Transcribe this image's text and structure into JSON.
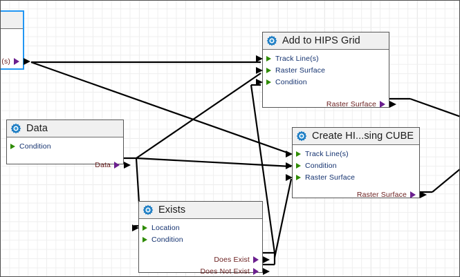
{
  "canvas": {
    "background_color": "#ffffff",
    "grid_minor_color": "#efefef",
    "grid_major_color": "#e2e2e2",
    "border_color": "#4d4d4d"
  },
  "palette": {
    "input_port_text": "#12306e",
    "output_port_text": "#6b2020",
    "input_arrow": "#2e8b00",
    "output_arrow": "#6b1f8f",
    "wire": "#000000",
    "title_bar": "#f0f0f0",
    "node_border": "#555555",
    "selection_border": "#2196f3",
    "gear_icon": "#1f7ec4"
  },
  "icons": {
    "gear": "gear-icon"
  },
  "nodes": [
    {
      "id": "clipped-source",
      "title": "",
      "selected": true,
      "inputs": [],
      "outputs": [
        {
          "label": "(s)"
        }
      ]
    },
    {
      "id": "add-to-hips-grid",
      "title": "Add to HIPS Grid",
      "selected": false,
      "inputs": [
        {
          "label": "Track Line(s)"
        },
        {
          "label": "Raster Surface"
        },
        {
          "label": "Condition"
        }
      ],
      "outputs": [
        {
          "label": "Raster Surface"
        }
      ]
    },
    {
      "id": "data",
      "title": "Data",
      "selected": false,
      "inputs": [
        {
          "label": "Condition"
        }
      ],
      "outputs": [
        {
          "label": "Data"
        }
      ]
    },
    {
      "id": "create-hips-cube",
      "title": "Create HI...sing CUBE",
      "selected": false,
      "inputs": [
        {
          "label": "Track Line(s)"
        },
        {
          "label": "Condition"
        },
        {
          "label": "Raster Surface"
        }
      ],
      "outputs": [
        {
          "label": "Raster Surface"
        }
      ]
    },
    {
      "id": "exists",
      "title": "Exists",
      "selected": false,
      "inputs": [
        {
          "label": "Location"
        },
        {
          "label": "Condition"
        }
      ],
      "outputs": [
        {
          "label": "Does Exist"
        },
        {
          "label": "Does Not Exist"
        }
      ]
    }
  ]
}
